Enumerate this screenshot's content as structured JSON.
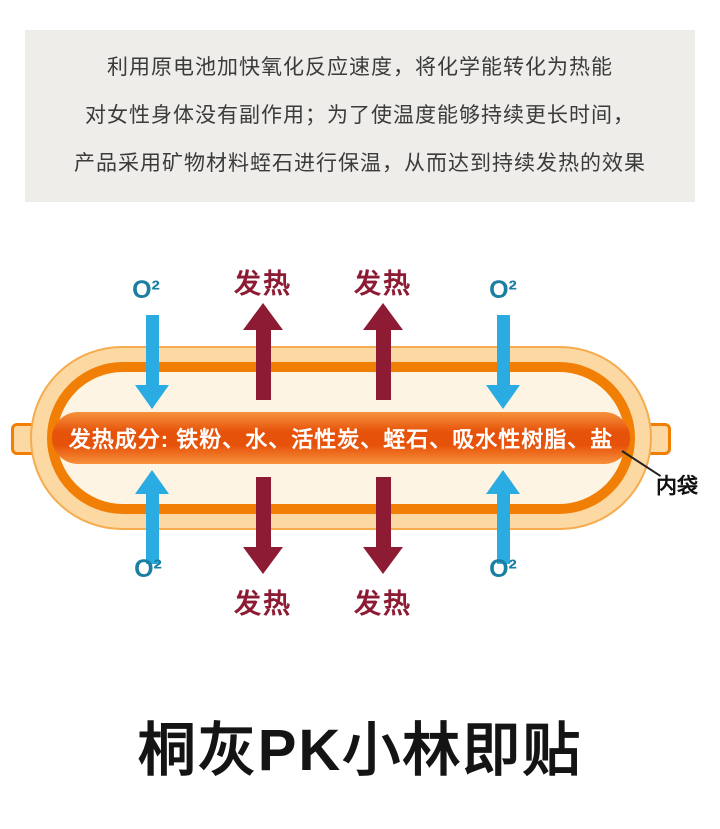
{
  "intro": {
    "line1": "利用原电池加快氧化反应速度，将化学能转化为热能",
    "line2": "对女性身体没有副作用；为了使温度能够持续更长时间，",
    "line3": "产品采用矿物材料蛭石进行保温，从而达到持续发热的效果"
  },
  "diagram": {
    "heat_label": "发热",
    "oxygen_label": "O²",
    "ingredients_text": "发热成分: 铁粉、水、活性炭、蛭石、吸水性树脂、盐",
    "inner_bag_label": "内袋",
    "colors": {
      "heat_arrow": "#8d1b33",
      "oxygen_arrow": "#2aabe2",
      "oxygen_text": "#1a7fa0",
      "bag_fill": "#fcd9a3",
      "bag_ring": "#f17f06",
      "heat_core": "#e7520a"
    }
  },
  "footer": {
    "title": "桐灰PK小林即贴"
  }
}
